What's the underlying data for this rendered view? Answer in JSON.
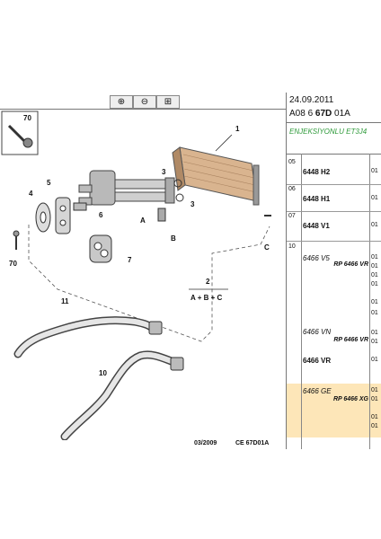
{
  "toolbar": {
    "zoom_in_label": "⊕",
    "zoom_out_label": "⊖",
    "zoom_fit_label": "⊞"
  },
  "diagram": {
    "callouts": [
      "70",
      "1",
      "2",
      "3",
      "3",
      "4",
      "5",
      "6",
      "A",
      "B",
      "C",
      "7",
      "70",
      "11",
      "10"
    ],
    "formula": "A + B + C"
  },
  "header": {
    "date": "24.09.2011",
    "ref_prefix": "A08 6 ",
    "ref_bold": "67D",
    "ref_suffix": " 01A",
    "variant": "ENJEKSİYONLU ET3J4"
  },
  "table": {
    "rows": [
      {
        "no": "05",
        "part": "6448 H2",
        "rp": "",
        "qty": [
          "01"
        ]
      },
      {
        "no": "06",
        "part": "6448 H1",
        "rp": "",
        "qty": [
          "01"
        ]
      },
      {
        "no": "07",
        "part": "6448 V1",
        "rp": "",
        "qty": [
          "01"
        ]
      },
      {
        "no": "10",
        "part": "6466 V5",
        "rp": "RP 6466 VR",
        "qty": [
          "01",
          "01",
          "01",
          "01",
          "01",
          "01"
        ]
      },
      {
        "no": "",
        "part": "6466 VN",
        "rp": "RP 6466 VR",
        "qty": [
          "01",
          "01"
        ]
      },
      {
        "no": "",
        "part": "6466 VR",
        "rp": "",
        "qty": [
          "01"
        ]
      },
      {
        "no": "",
        "part": "6466 GE",
        "rp": "RP 6466 XG",
        "qty": [
          "01",
          "01",
          "01",
          "01"
        ]
      }
    ]
  },
  "footer": {
    "date_code": "03/2009",
    "sheet_code": "CE 67D01A"
  }
}
